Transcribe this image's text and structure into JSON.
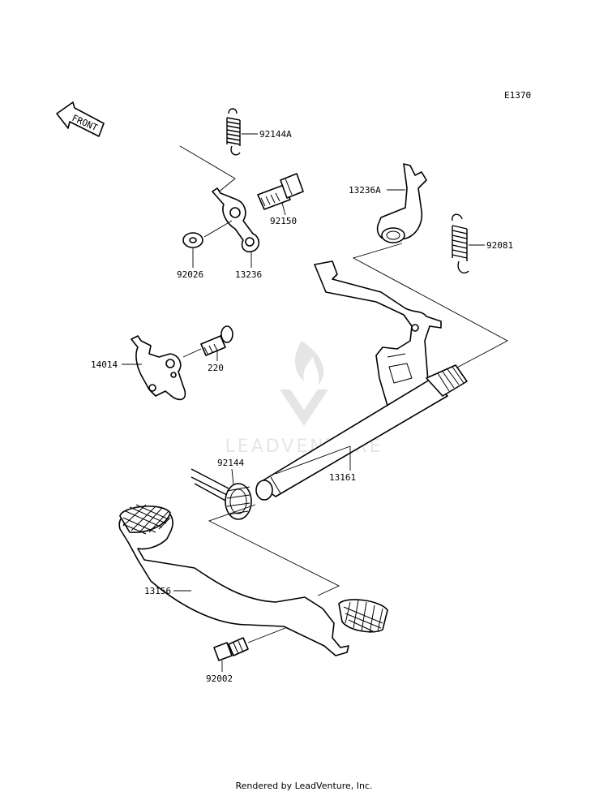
{
  "diagram_code": "E1370",
  "front_label": "FRONT",
  "watermark": "LEADVENTURE",
  "footer": "Rendered by LeadVenture, Inc.",
  "callouts": {
    "p92144A": "92144A",
    "p92150": "92150",
    "p92026": "92026",
    "p13236": "13236",
    "p13236A": "13236A",
    "p92081": "92081",
    "p14014": "14014",
    "p220": "220",
    "p92144": "92144",
    "p13161": "13161",
    "p13156": "13156",
    "p92002": "92002"
  }
}
